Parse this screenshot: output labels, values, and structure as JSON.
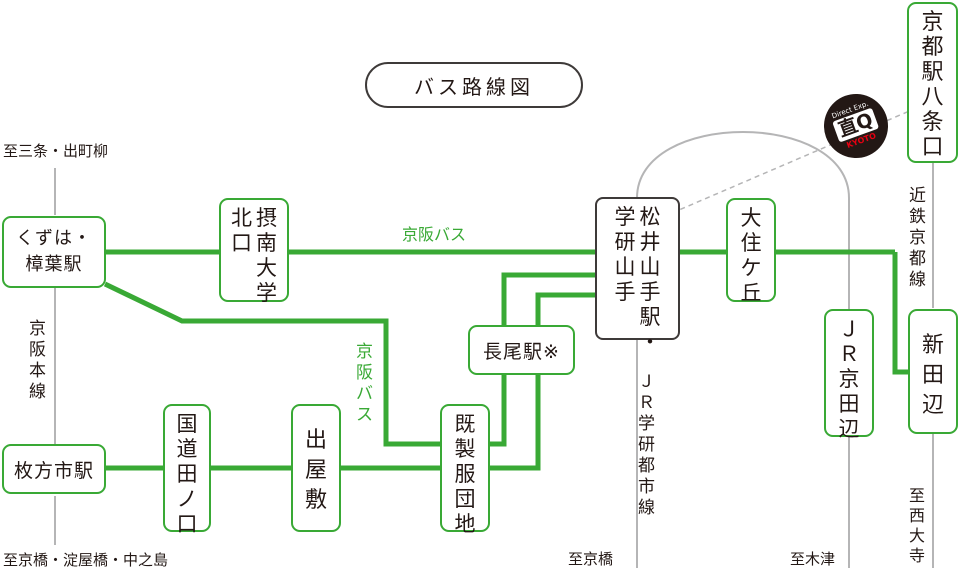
{
  "title": "バス路線図",
  "colors": {
    "bus_line": "#39a935",
    "rail_line": "#b5b5b6",
    "text": "#231815",
    "hub_border": "#3e3a39"
  },
  "stops": {
    "kuzuha": [
      "くずは・",
      "樟葉駅"
    ],
    "hirakata": "枚方市駅",
    "kitaguchi": [
      [
        "摂",
        "南",
        "大",
        "学"
      ],
      [
        "北",
        "口"
      ]
    ],
    "kokudo": [
      "国",
      "道",
      "田",
      "ノ",
      "口"
    ],
    "deyashiki": [
      "出",
      "屋",
      "敷"
    ],
    "kisei": [
      "既",
      "製",
      "服",
      "団",
      "地"
    ],
    "nagao": "長尾駅※",
    "matsui": [
      [
        "松",
        "井",
        "山",
        "手",
        "駅",
        "・"
      ],
      [
        "学",
        "研",
        "山",
        "手"
      ]
    ],
    "osumi": [
      "大",
      "住",
      "ケ",
      "丘"
    ],
    "jr_kyotanabe": [
      "Ｊ",
      "Ｒ",
      "京",
      "田",
      "辺"
    ],
    "shintanabe": [
      "新",
      "田",
      "辺"
    ],
    "kyoto_hachijo": [
      "京",
      "都",
      "駅",
      "八",
      "条",
      "口"
    ]
  },
  "line_labels": {
    "keihan_bus_h": "京阪バス",
    "keihan_bus_v": [
      "京",
      "阪",
      "バ",
      "ス"
    ],
    "keihan_main": [
      "京",
      "阪",
      "本",
      "線"
    ],
    "jr_gakken": [
      "Ｊ",
      "Ｒ",
      "学",
      "研",
      "都",
      "市",
      "線"
    ],
    "kintetsu_kyoto": [
      "近",
      "鉄",
      "京",
      "都",
      "線"
    ]
  },
  "directions": {
    "sanjo": "至三条・出町柳",
    "kyobashi_multi": "至京橋・淀屋橋・中之島",
    "kyobashi": "至京橋",
    "kizu": "至木津",
    "saidaiji": [
      "至",
      "西",
      "大",
      "寺"
    ]
  },
  "logo": {
    "top": "Direct Exp.",
    "mark": "直Q",
    "name": "KYOTO"
  }
}
